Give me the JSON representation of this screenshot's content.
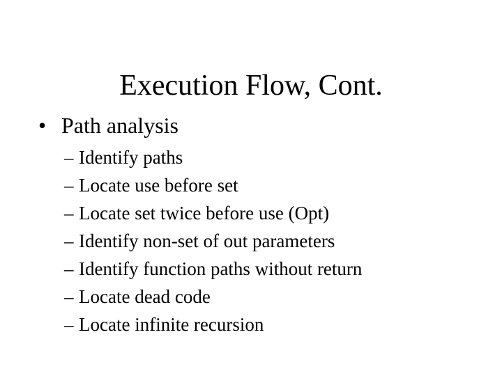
{
  "slide": {
    "title": "Execution Flow, Cont.",
    "background_color": "#ffffff",
    "text_color": "#000000",
    "bullets": [
      {
        "marker": "•",
        "text": "Path analysis",
        "level": 1,
        "children": [
          {
            "marker": "–",
            "text": "Identify paths",
            "level": 2
          },
          {
            "marker": "–",
            "text": "Locate use before set",
            "level": 2
          },
          {
            "marker": "–",
            "text": "Locate set twice before use (Opt)",
            "level": 2
          },
          {
            "marker": "–",
            "text": "Identify non-set of out parameters",
            "level": 2
          },
          {
            "marker": "–",
            "text": "Identify function paths without return",
            "level": 2
          },
          {
            "marker": "–",
            "text": "Locate dead code",
            "level": 2
          },
          {
            "marker": "–",
            "text": "Locate infinite recursion",
            "level": 2
          }
        ]
      }
    ]
  }
}
